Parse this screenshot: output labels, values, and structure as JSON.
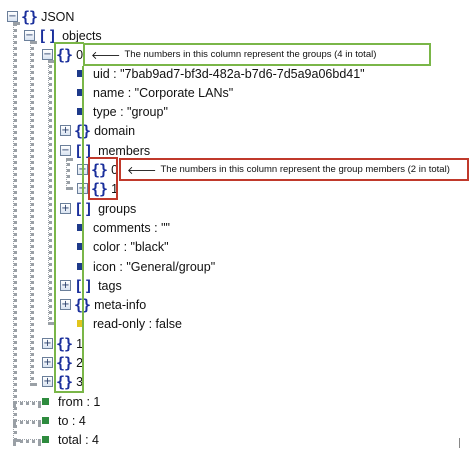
{
  "tree": {
    "root_label": "JSON",
    "objects_label": "objects",
    "group0_index": "0",
    "uid": "uid : \"7bab9ad7-bf3d-482a-b7d6-7d5a9a06bd41\"",
    "name": "name : \"Corporate LANs\"",
    "type": "type : \"group\"",
    "domain_label": "domain",
    "members_label": "members",
    "member0_index": "0",
    "member1_index": "1",
    "groups_label": "groups",
    "comments": "comments : \"\"",
    "color": "color : \"black\"",
    "icon": "icon : \"General/group\"",
    "tags_label": "tags",
    "meta_info_label": "meta-info",
    "read_only": "read-only : false",
    "group1_index": "1",
    "group2_index": "2",
    "group3_index": "3",
    "from": "from : 1",
    "to": "to : 4",
    "total": "total : 4"
  },
  "annotations": {
    "groups_note": "The numbers in this column represent the groups (4 in total)",
    "members_note": "The numbers in this column represent the group members (2 in total)",
    "groups_color": "#7ab648",
    "members_color": "#c0392b"
  },
  "icons": {
    "expand": "plus-box",
    "collapse": "minus-box",
    "object": "curly-braces",
    "array": "square-brackets",
    "string_prop": "navy-square",
    "bool_prop": "yellow-square",
    "number_prop": "green-square"
  }
}
